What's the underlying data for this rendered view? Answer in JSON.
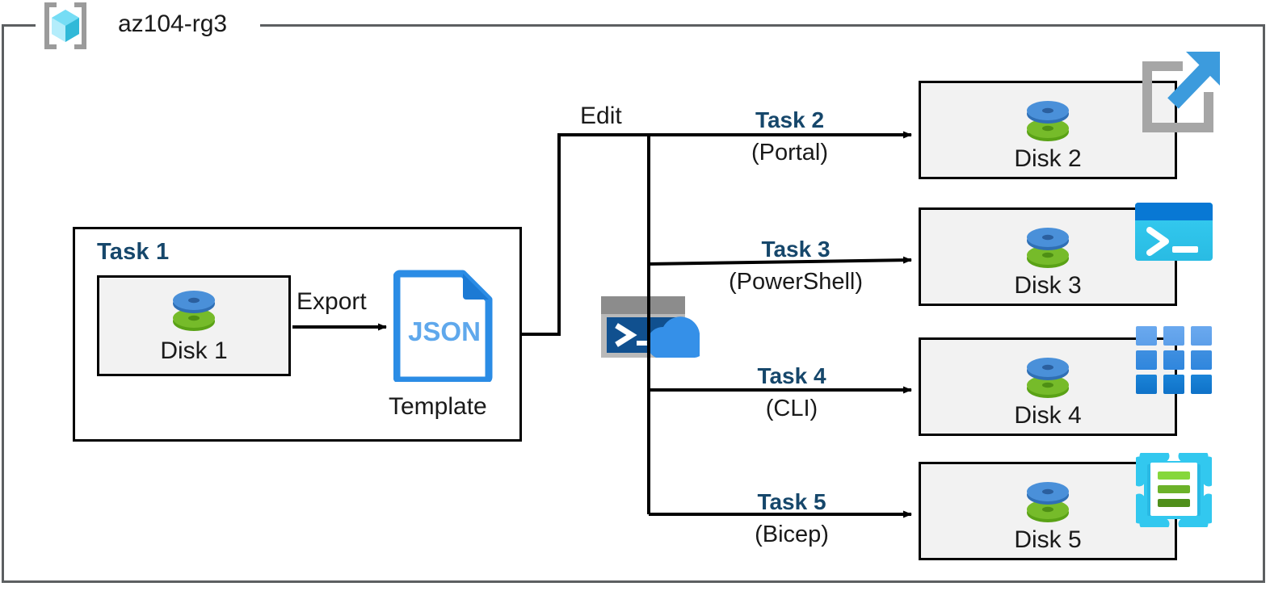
{
  "resource_group": {
    "name": "az104-rg3",
    "logo_icon": "azure-resource-group-icon",
    "border_color": "#5c5f61"
  },
  "task1": {
    "label": "Task 1",
    "label_color": "#16476b",
    "disk": {
      "name": "Disk 1",
      "icon": "managed-disk-icon"
    },
    "export": {
      "label": "Export",
      "arrow_icon": "arrow-right-icon"
    },
    "template": {
      "file_label": "JSON",
      "caption": "Template",
      "icon": "json-file-icon",
      "color": "#2b8ce5"
    }
  },
  "edit": {
    "label": "Edit",
    "shell_icon": "azure-cloud-shell-icon"
  },
  "tasks": [
    {
      "label": "Task 2",
      "sub": "(Portal)",
      "disk": "Disk 2",
      "disk_icon": "managed-disk-icon",
      "tool_icon": "azure-portal-icon",
      "accent": "#3c9bdd"
    },
    {
      "label": "Task 3",
      "sub": "(PowerShell)",
      "disk": "Disk 3",
      "disk_icon": "managed-disk-icon",
      "tool_icon": "powershell-icon",
      "accent": "#2ac5ef"
    },
    {
      "label": "Task 4",
      "sub": "(CLI)",
      "disk": "Disk 4",
      "disk_icon": "managed-disk-icon",
      "tool_icon": "azure-cli-icon",
      "accent": "#1b84d8"
    },
    {
      "label": "Task 5",
      "sub": "(Bicep)",
      "disk": "Disk 5",
      "disk_icon": "managed-disk-icon",
      "tool_icon": "bicep-icon",
      "accent": "#32c8ef"
    }
  ],
  "colors": {
    "task_label": "#16476b",
    "box_fill": "#f2f2f2",
    "box_stroke": "#000000",
    "disk_blue": "#3f86d1",
    "disk_green": "#6cb229"
  }
}
